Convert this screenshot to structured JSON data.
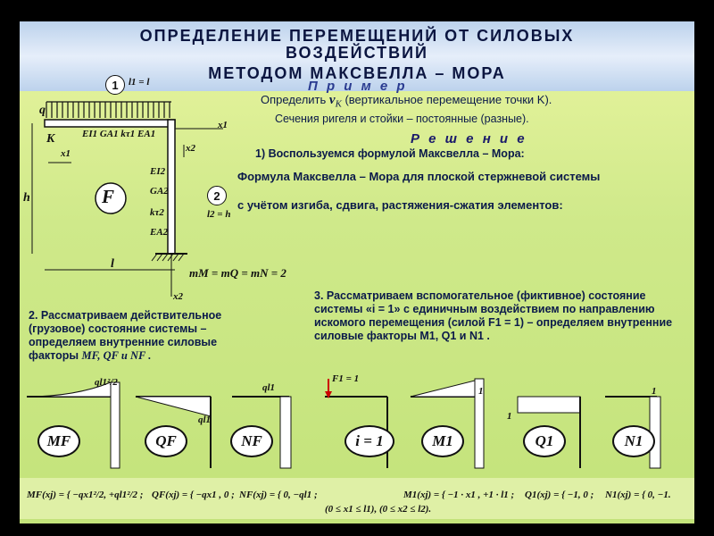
{
  "title": {
    "line1": "ОПРЕДЕЛЕНИЕ ПЕРЕМЕЩЕНИЙ ОТ СИЛОВЫХ",
    "line2": "ВОЗДЕЙСТВИЙ",
    "line3": "МЕТОДОМ МАКСВЕЛЛА – МОРА"
  },
  "example": {
    "heading": "П р и м е р",
    "task_prefix": "Определить",
    "task_symbol": "v",
    "task_sub": "K",
    "task_rest": "(вертикальное перемещение точки K).",
    "note": "Сечения ригеля и стойки – постоянные (разные)."
  },
  "solution_heading": "Р е ш е н и е",
  "steps": {
    "s1": "1) Воспользуемся формулой Максвелла – Мора:",
    "s1_formula_head": "Формула Максвелла – Мора для плоской стержневой системы",
    "s1_formula_sub": "с учётом изгиба, сдвига, растяжения-сжатия элементов:",
    "s2": "2. Рассматриваем действительное (грузовое) состояние системы – определяем внутренние силовые факторы",
    "s2_factors": "MF, QF и NF .",
    "s3": "3. Рассматриваем вспомогательное (фиктивное) состояние системы «i = 1» с единичным воздействием по направлению искомого перемещения (силой F1 = 1) – определяем внутренние силовые факторы M1, Q1 и N1 ."
  },
  "frame": {
    "q": "q",
    "K": "K",
    "h": "h",
    "l": "l",
    "x1": "x1",
    "x2": "x2",
    "l1": "l1 = l",
    "l2": "l2 = h",
    "beam_props": "EI1 GA1 kτ1 EA1",
    "col_props": [
      "EI2",
      "GA2",
      "kτ2",
      "EA2"
    ],
    "F": "F",
    "n1": "1",
    "n2": "2",
    "mM": "mM = mQ = mN = 2"
  },
  "diagrams": [
    {
      "label": "MF",
      "note": "ql1²/2"
    },
    {
      "label": "QF",
      "note": "ql1"
    },
    {
      "label": "NF",
      "note": "ql1"
    },
    {
      "label": "i = 1",
      "note": "F1 = 1"
    },
    {
      "label": "M1",
      "note": "1"
    },
    {
      "label": "Q1",
      "note": "1"
    },
    {
      "label": "N1",
      "note": "1"
    }
  ],
  "bottom_formulas": {
    "MF": "MF(xj) = { −qx1²/2, +ql1²/2 ;",
    "QF": "QF(xj) = { −qx1 , 0 ;",
    "NF": "NF(xj) = { 0, −ql1 ;",
    "ranges": "(0 ≤ x1 ≤ l1), (0 ≤ x2 ≤ l2).",
    "M1": "M1(xj) = { −1 · x1 , +1 · l1 ;",
    "Q1": "Q1(xj) = { −1, 0 ;",
    "N1": "N1(xj) = { 0, −1."
  },
  "colors": {
    "panel": "#cfe98a",
    "header": "#bcd2ec",
    "text": "#0b1a4a",
    "frame": "#111111"
  }
}
